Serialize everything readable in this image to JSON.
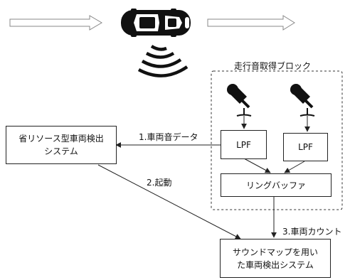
{
  "acquisition_block": {
    "title": "走行音取得ブロック"
  },
  "nodes": {
    "lpf_left": "LPF",
    "lpf_right": "LPF",
    "ring_buffer": "リングバッファ",
    "low_resource_system": {
      "line1": "省リソース型車両検出",
      "line2": "システム"
    },
    "sound_map_system": {
      "line1": "サウンドマップを用い",
      "line2": "た車両検出システム"
    }
  },
  "edges": {
    "vehicle_sound_data": "1.車両音データ",
    "activation": "2.起動",
    "vehicle_count": "3.車両カウント"
  },
  "icons": [
    "car-icon",
    "sound-wave-icon",
    "microphone-icon",
    "right-arrow-icon"
  ]
}
